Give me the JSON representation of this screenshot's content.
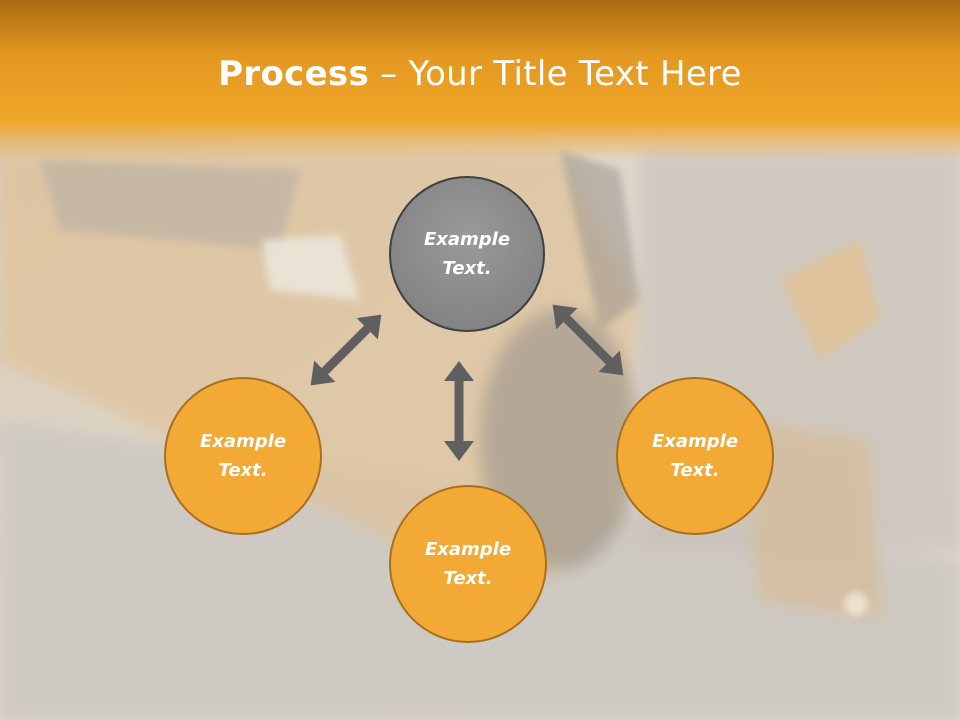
{
  "slide": {
    "title_bold": "Process",
    "title_rest": "– Your Title Text Here"
  },
  "diagram": {
    "center_node": {
      "line1": "Example",
      "line2": "Text."
    },
    "left_node": {
      "line1": "Example",
      "line2": "Text."
    },
    "bottom_node": {
      "line1": "Example",
      "line2": "Text."
    },
    "right_node": {
      "line1": "Example",
      "line2": "Text."
    }
  },
  "colors": {
    "header_orange": "#f1a52a",
    "node_orange": "#f2a936",
    "node_gray": "#858585",
    "arrow_gray": "#5f5f5f"
  },
  "icons": {
    "arrow_icon": "double-headed-arrow"
  }
}
